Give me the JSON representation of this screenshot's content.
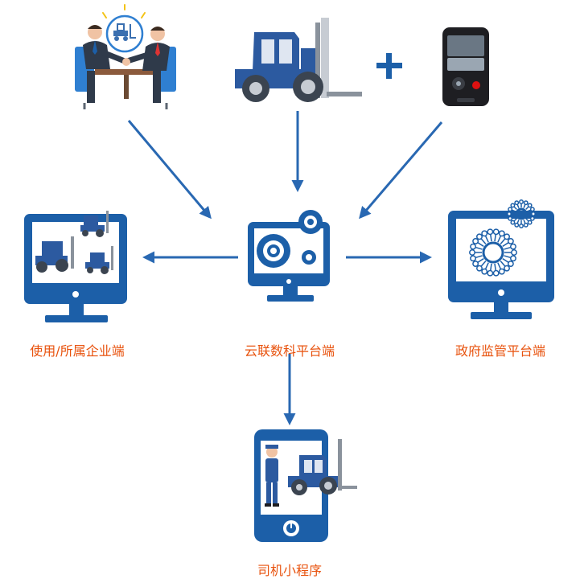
{
  "colors": {
    "label": "#e8520d",
    "primary_blue": "#1c5fa8",
    "arrow": "#2968b2",
    "suit": "#2f3a4a",
    "chair": "#2f7fd1"
  },
  "nodes": {
    "cloud_platform": {
      "label": "云联数科平台端",
      "icon": "gears-monitor-icon"
    },
    "enterprise": {
      "label": "使用/所属企业端",
      "icon": "forklifts-monitor-icon"
    },
    "government": {
      "label": "政府监管平台端",
      "icon": "radial-dots-monitor-icon"
    },
    "driver_app": {
      "label": "司机小程序",
      "icon": "driver-tablet-icon"
    }
  },
  "inputs": {
    "handshake": {
      "icon": "handshake-icon"
    },
    "forklift": {
      "icon": "forklift-icon"
    },
    "plus": "+",
    "device": {
      "icon": "handheld-terminal-icon"
    }
  }
}
